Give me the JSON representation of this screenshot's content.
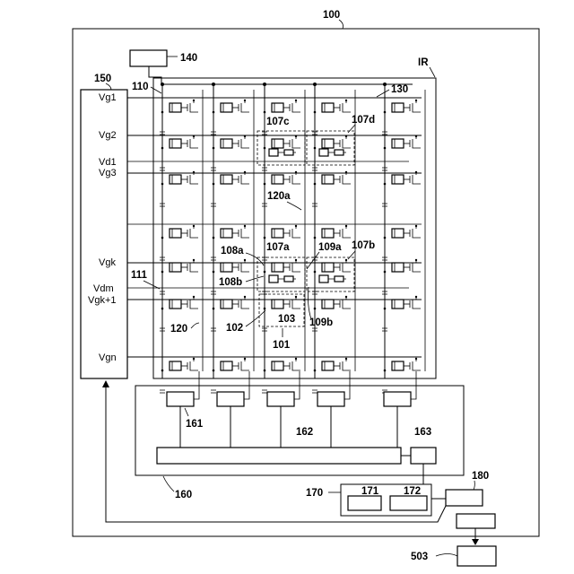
{
  "labels": {
    "device": "100",
    "ir": "IR",
    "box140": "140",
    "drv150": "150",
    "l110": "110",
    "l130": "130",
    "l111": "111",
    "l107c": "107c",
    "l107d": "107d",
    "l120a": "120a",
    "l107a": "107a",
    "l109a": "109a",
    "l107b": "107b",
    "l108a": "108a",
    "l108b": "108b",
    "l102": "102",
    "l103": "103",
    "l109b": "109b",
    "l101": "101",
    "l120": "120",
    "readout160": "160",
    "l161": "161",
    "l162": "162",
    "l163": "163",
    "unit170": "170",
    "l171": "171",
    "l172": "172",
    "l180": "180",
    "l503": "503"
  },
  "signals": {
    "vg1": "Vg1",
    "vg2": "Vg2",
    "vd1": "Vd1",
    "vg3": "Vg3",
    "vgk": "Vgk",
    "vdm": "Vdm",
    "vgk1": "Vgk+1",
    "vgn": "Vgn"
  }
}
